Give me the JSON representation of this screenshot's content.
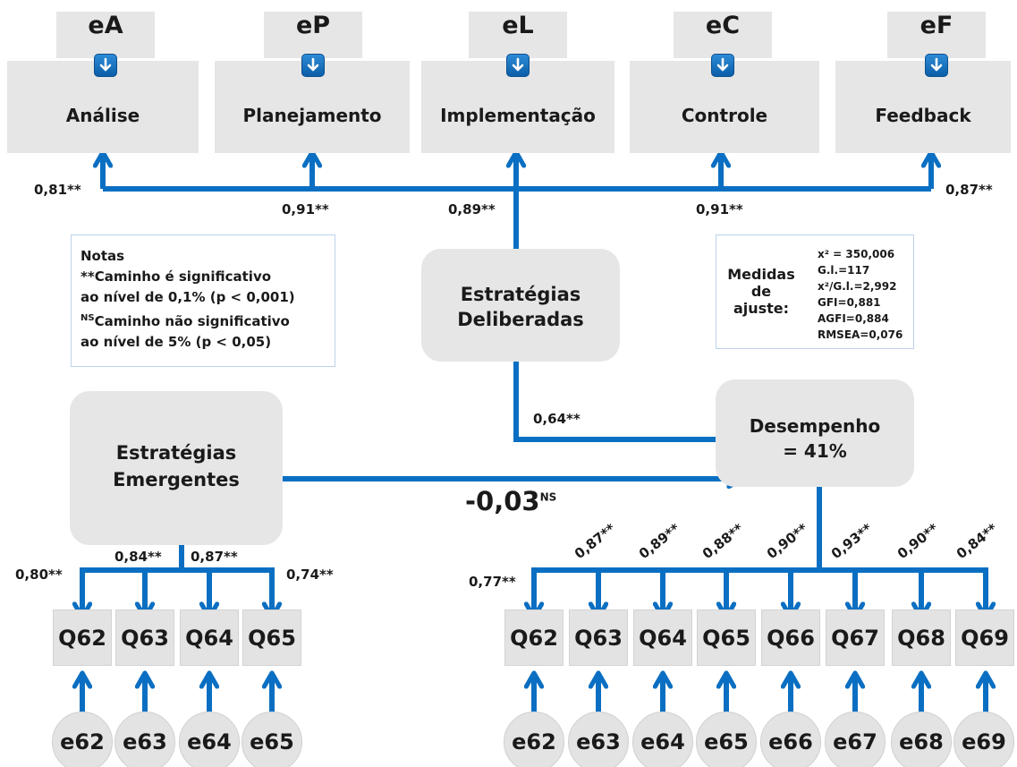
{
  "colors": {
    "arrow": "#0a6fc2",
    "box": "#e6e6e6",
    "panel_border": "#bcd3ea"
  },
  "top": {
    "factors": [
      {
        "error": "eA",
        "label": "Análise",
        "coef": "0,81**"
      },
      {
        "error": "eP",
        "label": "Planejamento",
        "coef": "0,91**"
      },
      {
        "error": "eL",
        "label": "Implementação",
        "coef": "0,89**"
      },
      {
        "error": "eC",
        "label": "Controle",
        "coef": "0,91**"
      },
      {
        "error": "eF",
        "label": "Feedback",
        "coef": "0,87**"
      }
    ],
    "icon": "arrow-down-icon"
  },
  "notes": {
    "title": "Notas",
    "line1": "**Caminho é significativo",
    "line2": "ao nível de 0,1% (p < 0,001)",
    "ns_mark": "NS",
    "line3": "Caminho não significativo",
    "line4": "ao nível de 5% (p < 0,05)"
  },
  "deliberadas": {
    "line1": "Estratégias",
    "line2": "Deliberadas"
  },
  "fit": {
    "label_1": "Medidas",
    "label_2": "de",
    "label_3": "ajuste:",
    "values": [
      "x² = 350,006",
      "G.l.=117",
      "x²/G.l.=2,992",
      "GFI=0,881",
      "AGFI=0,884",
      "RMSEA=0,076"
    ]
  },
  "emergentes": {
    "line1": "Estratégias",
    "line2": "Emergentes"
  },
  "desempenho": {
    "line1": "Desempenho",
    "line2": "= 41%"
  },
  "paths": {
    "deliberadas_desempenho": "0,64**",
    "emergentes_desempenho": "-0,03",
    "emergentes_desempenho_sup": "NS"
  },
  "left_group": {
    "coefs": [
      "0,80**",
      "0,84**",
      "0,87**",
      "0,74**"
    ],
    "items": [
      "Q62",
      "Q63",
      "Q64",
      "Q65"
    ],
    "errors": [
      "e62",
      "e63",
      "e64",
      "e65"
    ]
  },
  "right_group": {
    "coefs": [
      "0,77**",
      "0,87**",
      "0,89**",
      "0,88**",
      "0,90**",
      "0,93**",
      "0,90**",
      "0,84**"
    ],
    "items": [
      "Q62",
      "Q63",
      "Q64",
      "Q65",
      "Q66",
      "Q67",
      "Q68",
      "Q69"
    ],
    "errors": [
      "e62",
      "e63",
      "e64",
      "e65",
      "e66",
      "e67",
      "e68",
      "e69"
    ]
  }
}
